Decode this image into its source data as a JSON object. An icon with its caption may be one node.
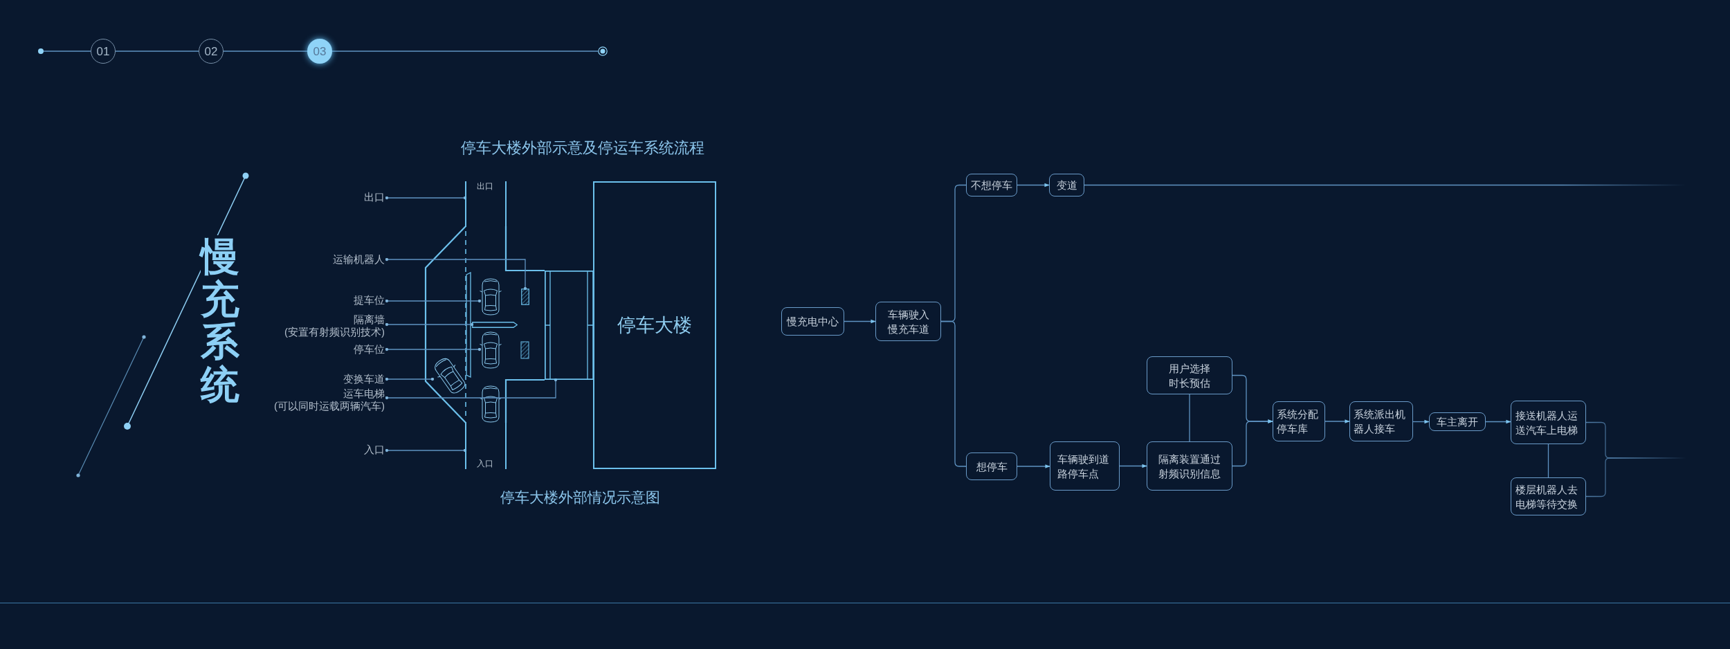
{
  "diagram": {
    "title": "慢充系统",
    "caption": "停车大楼外部情况示意图",
    "nodes": [
      {
        "text": [],
        "shape": "circle"
      },
      {
        "text": [
          "01"
        ]
      },
      {
        "text": [
          "02"
        ]
      },
      {
        "text": [
          "03"
        ]
      },
      {
        "text": [],
        "shape": "circle"
      },
      {
        "text": [
          "出口"
        ]
      },
      {
        "text": [
          "运输机器人"
        ]
      },
      {
        "text": [
          "提车位"
        ]
      },
      {
        "text": [
          "隔离墙",
          "(安置有射频识别技术)"
        ]
      },
      {
        "text": [
          "停车位"
        ]
      },
      {
        "text": [
          "变换车道"
        ]
      },
      {
        "text": [
          "运车电梯",
          "(可以同时运载两辆汽车)"
        ]
      },
      {
        "text": [
          "入口"
        ]
      },
      {
        "text": [
          "出口"
        ]
      },
      {
        "text": [],
        "shape": "car"
      },
      {
        "text": [],
        "shape": "box"
      },
      {
        "text": [],
        "shape": "bar"
      },
      {
        "text": [],
        "shape": "car"
      },
      {
        "text": [],
        "shape": "car"
      },
      {
        "text": [],
        "shape": "box"
      },
      {
        "text": [
          "入口"
        ]
      },
      {
        "text": [
          "停车大楼"
        ]
      },
      {
        "text": [
          "慢充电中心"
        ]
      },
      {
        "text": [
          "车辆驶入慢充车道"
        ]
      },
      {
        "text": [
          "不想停车"
        ]
      },
      {
        "text": [
          "变道"
        ]
      },
      {
        "text": [
          "想停车"
        ]
      },
      {
        "text": [
          "车辆驶到道路停车点"
        ]
      },
      {
        "text": [
          "用户选择时长预估"
        ]
      },
      {
        "text": [
          "隔离装置通过射频识别信息"
        ]
      },
      {
        "text": [
          "系统分配停车库"
        ]
      },
      {
        "text": [
          "系统派出机器人接车"
        ]
      },
      {
        "text": [
          "车主离开"
        ]
      },
      {
        "text": [
          "接送机器人运送汽车上电梯"
        ]
      },
      {
        "text": [
          "楼层机器人去电梯等待交换"
        ]
      }
    ],
    "edges": [
      {
        "from": 0,
        "to": 1,
        "arrow": "none"
      },
      {
        "from": 1,
        "to": 2,
        "arrow": "none"
      },
      {
        "from": 2,
        "to": 3,
        "arrow": "none"
      },
      {
        "from": 3,
        "to": 4,
        "arrow": "none"
      },
      {
        "from": 5,
        "to": 13,
        "arrow": "other"
      },
      {
        "from": 6,
        "to": 15,
        "arrow": "other"
      },
      {
        "from": 7,
        "to": 14,
        "arrow": "other"
      },
      {
        "from": 8,
        "to": 16,
        "arrow": "other"
      },
      {
        "from": 9,
        "to": 17,
        "arrow": "other"
      },
      {
        "from": 10,
        "to": 18,
        "arrow": "other"
      },
      {
        "from": 11,
        "to": 19,
        "arrow": "other"
      },
      {
        "from": 12,
        "to": 20,
        "arrow": "other"
      },
      {
        "from": 22,
        "to": 23,
        "arrow": "to"
      },
      {
        "from": 23,
        "to": 24,
        "arrow": "none"
      },
      {
        "from": 23,
        "to": 26,
        "arrow": "none"
      },
      {
        "from": 24,
        "to": 25,
        "arrow": "to"
      },
      {
        "from": 25,
        "to": null,
        "arrow": "none"
      },
      {
        "from": 26,
        "to": 27,
        "arrow": "to"
      },
      {
        "from": 27,
        "to": 29,
        "arrow": "to"
      },
      {
        "from": 28,
        "to": 29,
        "arrow": "none"
      },
      {
        "from": 28,
        "to": 30,
        "arrow": "to"
      },
      {
        "from": 29,
        "to": 30,
        "arrow": "to"
      },
      {
        "from": 30,
        "to": 31,
        "arrow": "to"
      },
      {
        "from": 31,
        "to": 32,
        "arrow": "to"
      },
      {
        "from": 32,
        "to": 33,
        "arrow": "to"
      },
      {
        "from": 33,
        "to": 34,
        "arrow": "none"
      },
      {
        "from": 33,
        "to": null,
        "arrow": "none"
      },
      {
        "from": 34,
        "to": null,
        "arrow": "none"
      }
    ],
    "labels": [
      "停车大楼外部示意及停运车系统流程"
    ]
  }
}
